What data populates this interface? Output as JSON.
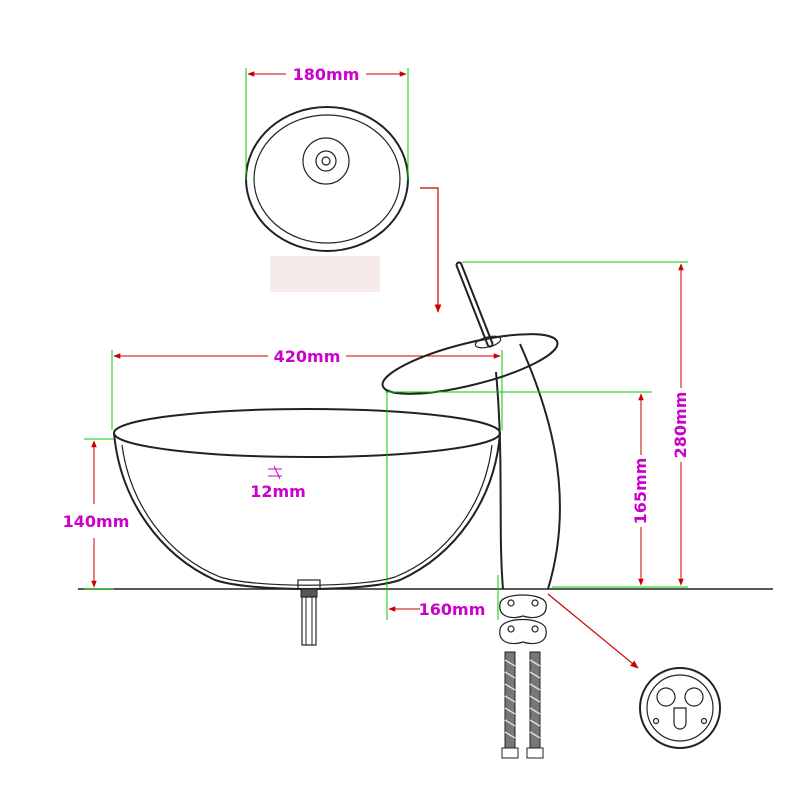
{
  "dimensions": {
    "drain_diameter": "180mm",
    "basin_width": "420mm",
    "glass_thickness": "12mm",
    "basin_height": "140mm",
    "faucet_spout_height": "165mm",
    "faucet_total_height": "280mm",
    "faucet_reach": "160mm"
  },
  "colors": {
    "outline": "#222222",
    "extension_line": "#00cc00",
    "dimension_line": "#cc0000",
    "dimension_text": "#cc00cc"
  }
}
